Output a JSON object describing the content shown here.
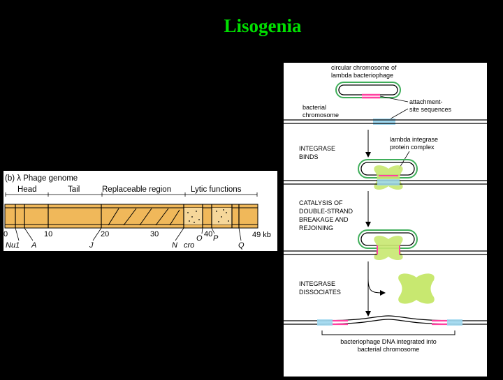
{
  "title": "Lisogenia",
  "genome": {
    "heading": "(b) λ Phage genome",
    "regions": [
      "Head",
      "Tail",
      "Replaceable region",
      "Lytic functions"
    ],
    "scale": [
      "0",
      "10",
      "20",
      "30",
      "40",
      "49 kb"
    ],
    "genes": [
      "Nu1",
      "A",
      "J",
      "N",
      "cro",
      "O",
      "P",
      "Q"
    ],
    "colors": {
      "bar": "#f0b85a",
      "outline": "#000000"
    }
  },
  "integration": {
    "labels": {
      "circular": [
        "circular chromosome of",
        "lambda bacteriophage"
      ],
      "bacterial": [
        "bacterial",
        "chromosome"
      ],
      "attachment": [
        "attachment-",
        "site sequences"
      ],
      "integrase_complex": [
        "lambda integrase",
        "protein complex"
      ],
      "integrated": [
        "bacteriophage DNA integrated into",
        "bacterial chromosome"
      ]
    },
    "steps": [
      [
        "INTEGRASE",
        "BINDS"
      ],
      [
        "CATALYSIS OF",
        "DOUBLE-STRAND",
        "BREAKAGE AND",
        "REJOINING"
      ],
      [
        "INTEGRASE",
        "DISSOCIATES"
      ]
    ],
    "colors": {
      "phage_dna": "#3fae5a",
      "attachment": "#ff40a0",
      "bacterial_site": "#9fd8f0",
      "integrase": "#c8e870"
    }
  }
}
